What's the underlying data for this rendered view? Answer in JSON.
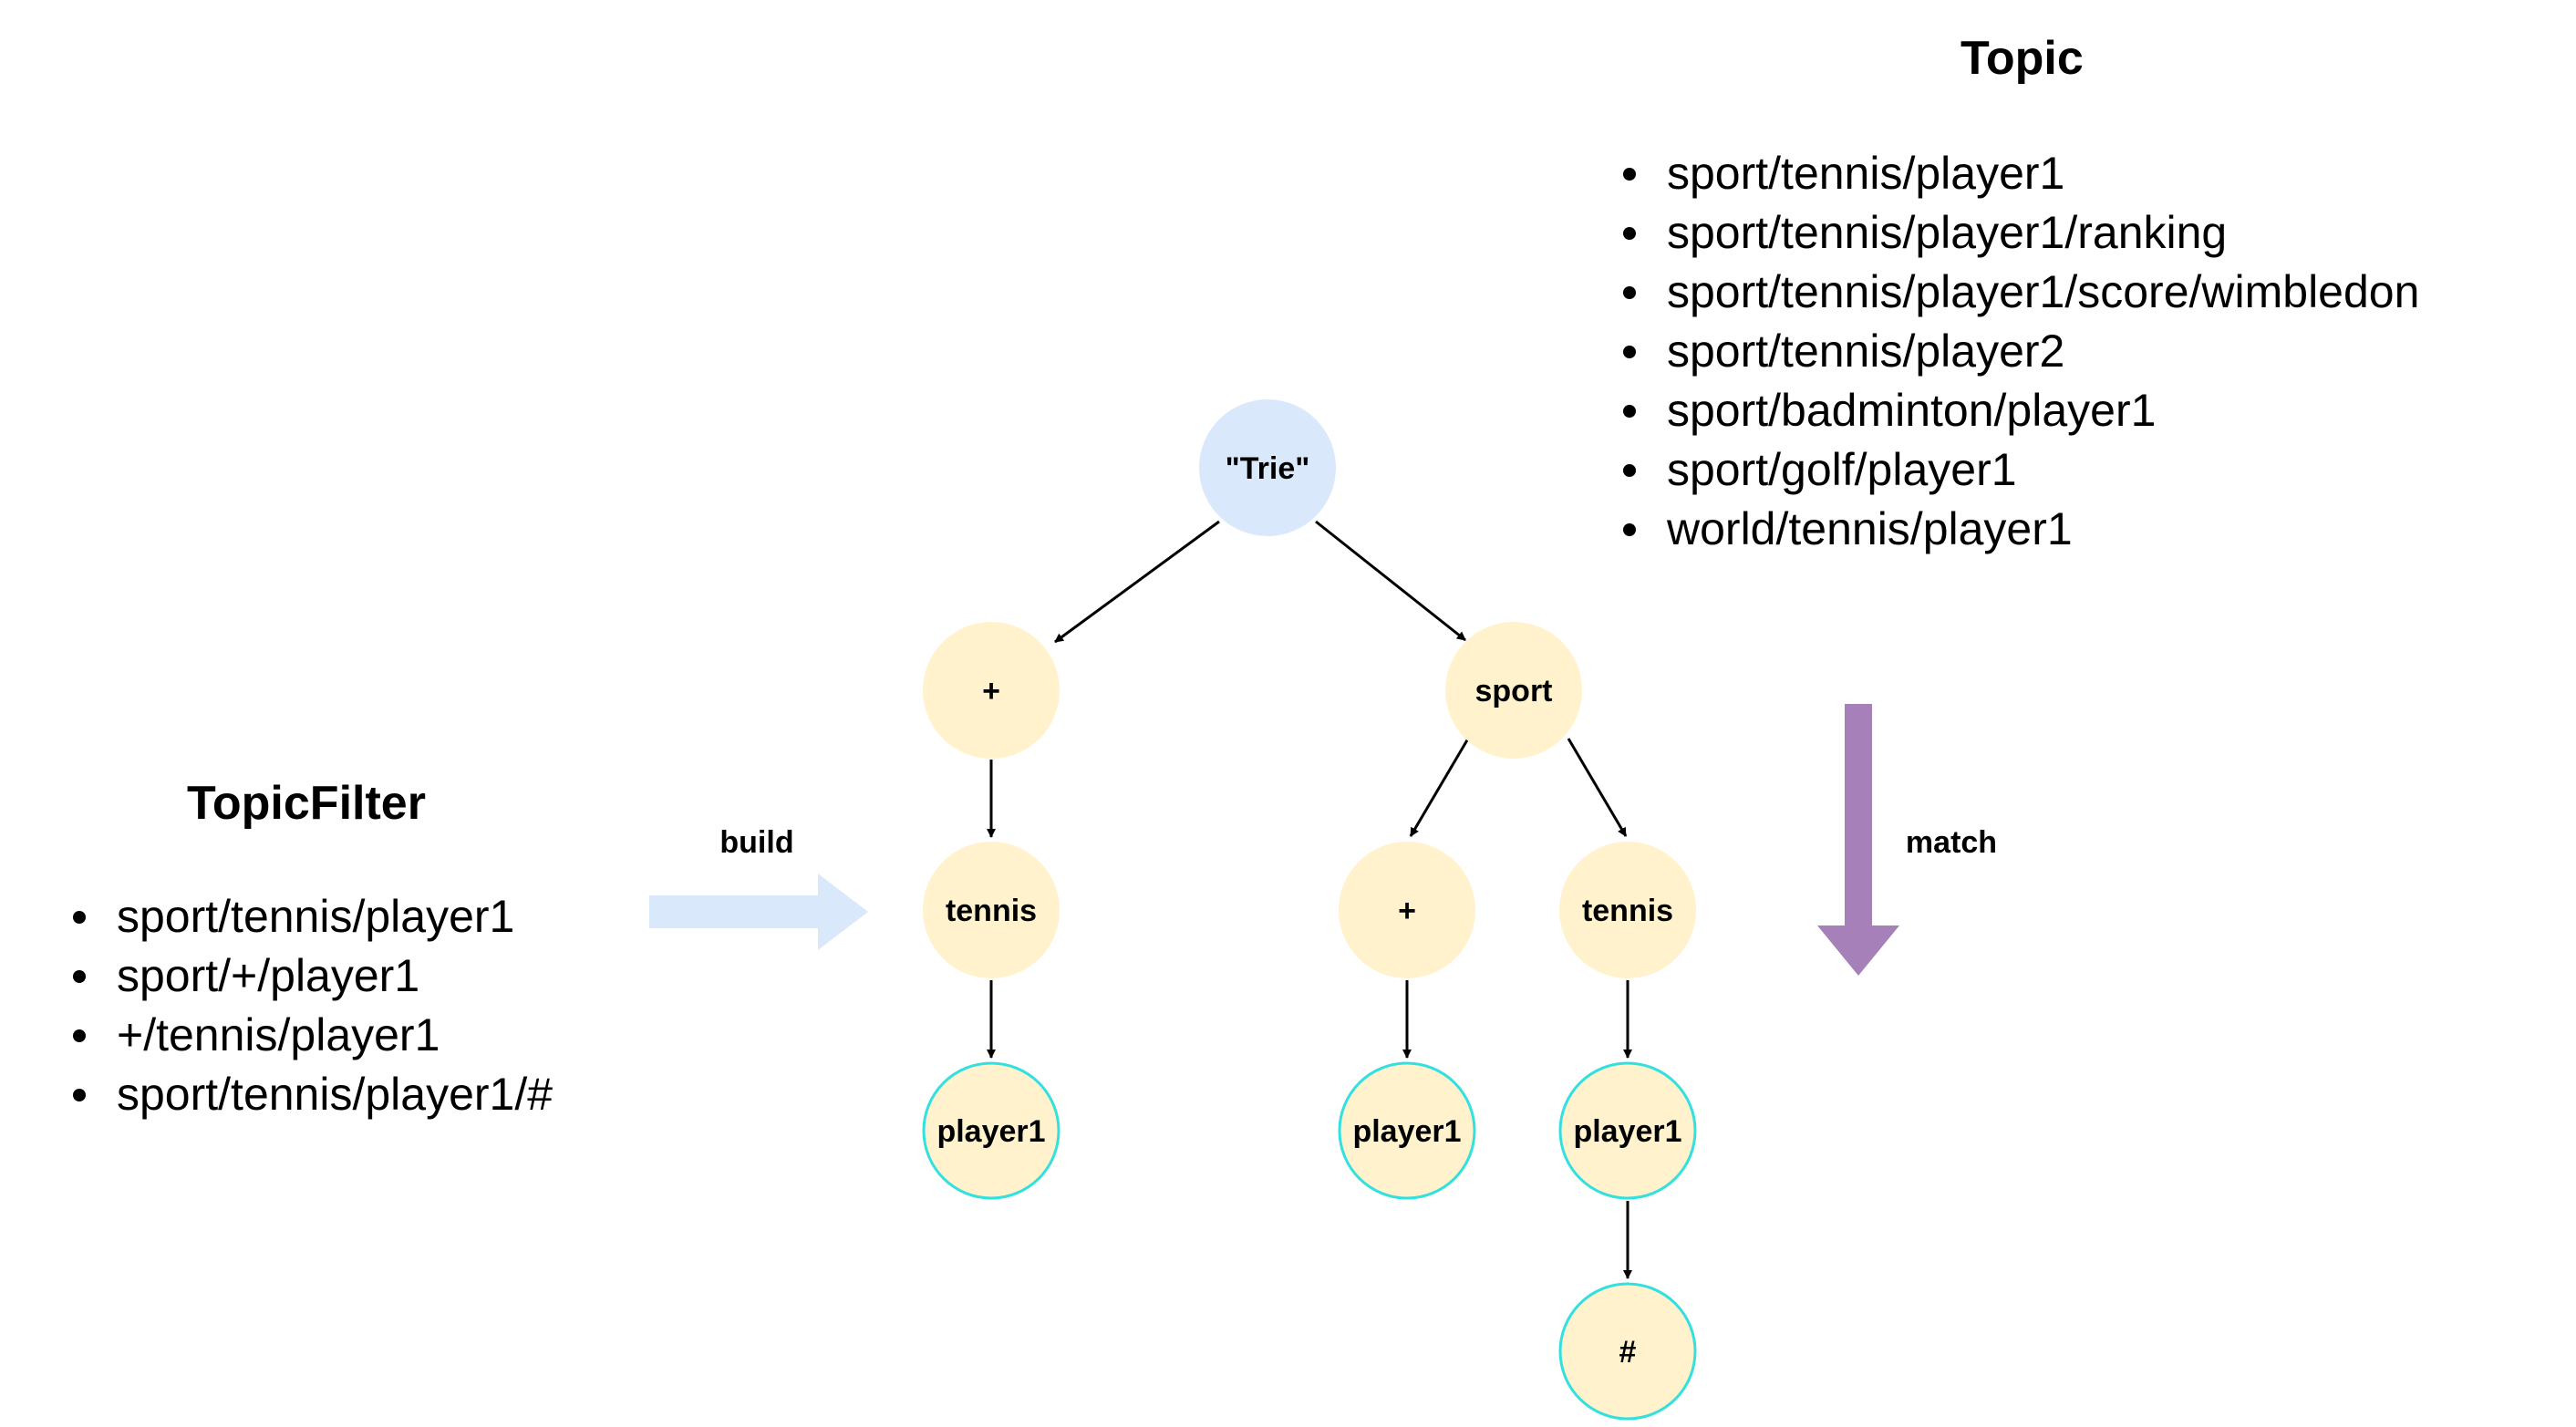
{
  "topic": {
    "title": "Topic",
    "items": [
      "sport/tennis/player1",
      "sport/tennis/player1/ranking",
      "sport/tennis/player1/score/wimbledon",
      "sport/tennis/player2",
      "sport/badminton/player1",
      "sport/golf/player1",
      "world/tennis/player1"
    ]
  },
  "topic_filter": {
    "title": "TopicFilter",
    "items": [
      "sport/tennis/player1",
      "sport/+/player1",
      "+/tennis/player1",
      "sport/tennis/player1/#"
    ]
  },
  "arrows": {
    "build_label": "build",
    "match_label": "match"
  },
  "trie": {
    "root": "\"Trie\"",
    "plus_top": "+",
    "sport": "sport",
    "tennis_left": "tennis",
    "player1_left": "player1",
    "plus_mid": "+",
    "tennis_right": "tennis",
    "player1_mid": "player1",
    "player1_right": "player1",
    "hash": "#"
  },
  "colors": {
    "root_fill": "#dae8fc",
    "node_fill": "#fff2cc",
    "leaf_border": "#33e0e0",
    "build_arrow": "#dae8fc",
    "match_arrow": "#a680b8"
  }
}
